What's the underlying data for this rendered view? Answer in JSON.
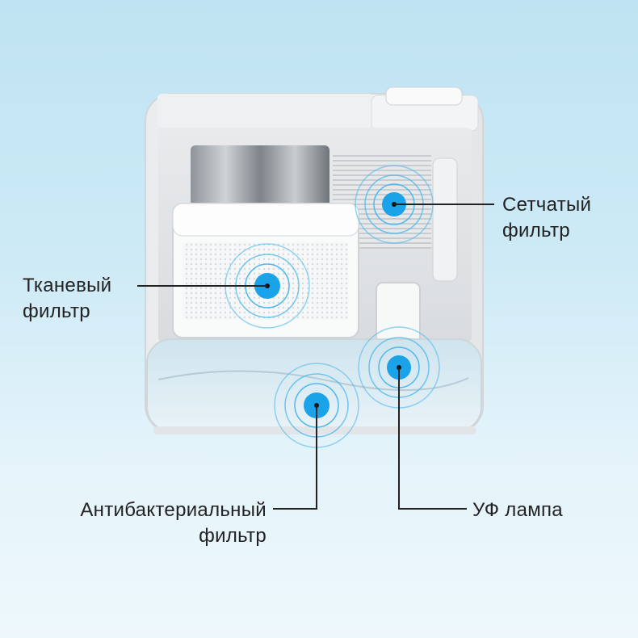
{
  "callouts": {
    "sieve_filter": {
      "line1": "Сетчатый",
      "line2": "фильтр"
    },
    "fabric_filter": {
      "line1": "Тканевый",
      "line2": "фильтр"
    },
    "antibacterial_filter": {
      "line1": "Антибактериальный",
      "line2": "фильтр"
    },
    "uv_lamp": {
      "line1": "УФ лампа"
    }
  },
  "colors": {
    "background": "#cdeaf6",
    "marker_fill": "#1aa3e8",
    "marker_ring": "#4fb9ee",
    "line": "#222222",
    "device_body": "#f4f5f6"
  }
}
